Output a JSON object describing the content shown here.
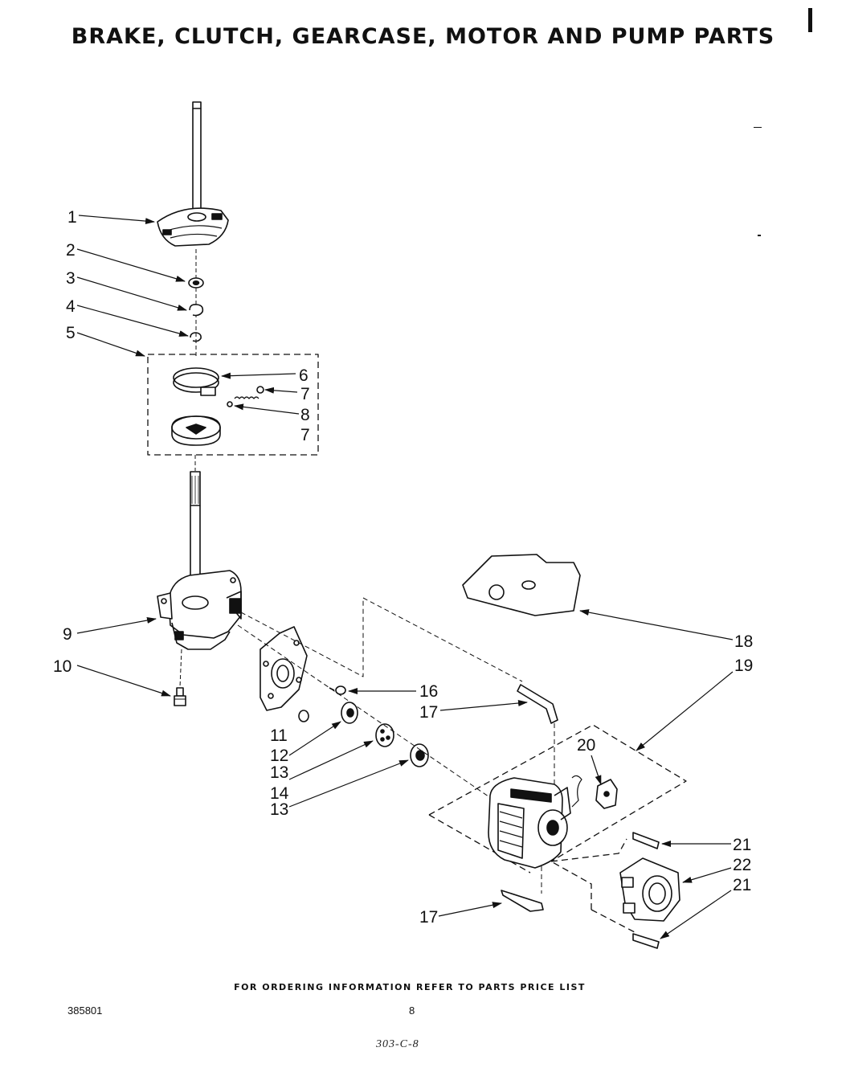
{
  "title": "BRAKE, CLUTCH, GEARCASE, MOTOR AND PUMP PARTS",
  "footer": {
    "ordering_note": "FOR ORDERING INFORMATION REFER TO PARTS PRICE LIST",
    "doc_number": "385801",
    "page_number": "8",
    "handwritten_code": "303-C-8"
  },
  "callouts": [
    "1",
    "2",
    "3",
    "4",
    "5",
    "6",
    "7",
    "8",
    "7",
    "9",
    "10",
    "11",
    "12",
    "13",
    "14",
    "13",
    "16",
    "17",
    "18",
    "19",
    "20",
    "21",
    "22",
    "21",
    "17"
  ]
}
